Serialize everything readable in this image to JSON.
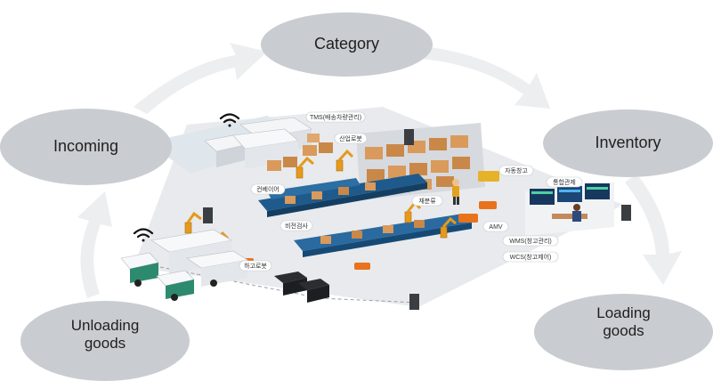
{
  "stages": {
    "category": "Category",
    "incoming": "Incoming",
    "inventory": "Inventory",
    "unloading": "Unloading goods",
    "loading": "Loading goods"
  },
  "labels": {
    "tms": "TMS(배송차량관리)",
    "robot_top": "산업로봇",
    "conveyor": "컨베이어",
    "rack": "자동창고",
    "pick": "재분류",
    "inspection": "비전검사",
    "amv": "AMV",
    "wms": "WMS(창고관리)",
    "wcs": "WCS(창고제어)",
    "control": "통합관제",
    "bot": "하고로봇"
  },
  "colors": {
    "oval": "#c9ccd1",
    "arrow": "#eceef0",
    "floor": "#e8eaed",
    "accent_blue": "#1f5a8c",
    "box": "#d99a5b",
    "robot": "#e59a1c"
  }
}
